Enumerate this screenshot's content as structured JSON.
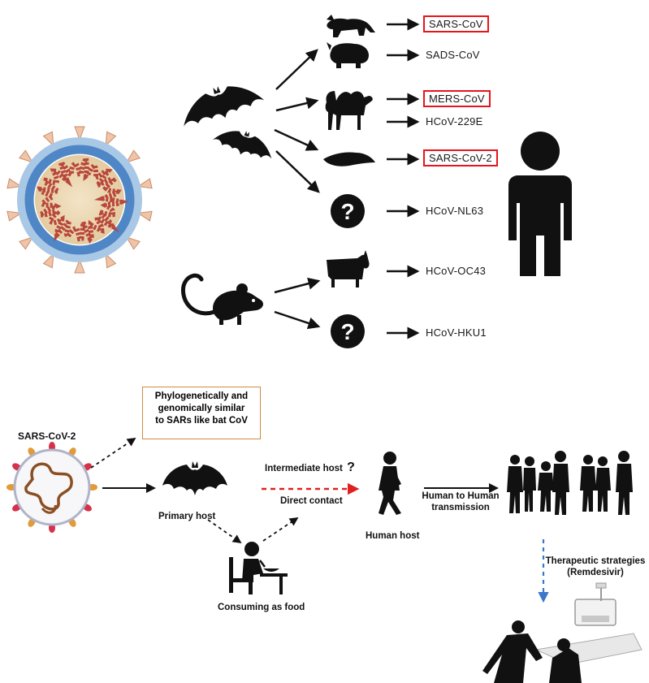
{
  "top": {
    "virus_labels": [
      {
        "id": "sars-cov",
        "text": "SARS-CoV",
        "boxed": true
      },
      {
        "id": "sads-cov",
        "text": "SADS-CoV",
        "boxed": false
      },
      {
        "id": "mers-cov",
        "text": "MERS-CoV",
        "boxed": true
      },
      {
        "id": "hcov-229e",
        "text": "HCoV-229E",
        "boxed": false
      },
      {
        "id": "sars-cov-2",
        "text": "SARS-CoV-2",
        "boxed": true
      },
      {
        "id": "hcov-nl63",
        "text": "HCoV-NL63",
        "boxed": false
      },
      {
        "id": "hcov-oc43",
        "text": "HCoV-OC43",
        "boxed": false
      },
      {
        "id": "hcov-hku1",
        "text": "HCoV-HKU1",
        "boxed": false
      }
    ],
    "unknown_host_symbol": "?",
    "highlight_color": "#e8141c"
  },
  "bottom": {
    "virus_title": "SARS-CoV-2",
    "note": [
      "Phylogenetically and",
      "genomically similar",
      "to SARs like bat CoV"
    ],
    "primary_host": "Primary host",
    "consuming": "Consuming as food",
    "intermediate_host": "Intermediate host",
    "question_mark": "?",
    "direct_contact": "Direct contact",
    "human_host": "Human host",
    "transmission": [
      "Human to Human",
      "transmission"
    ],
    "therapeutic": [
      "Therapeutic strategies",
      "(Remdesivir)"
    ]
  }
}
